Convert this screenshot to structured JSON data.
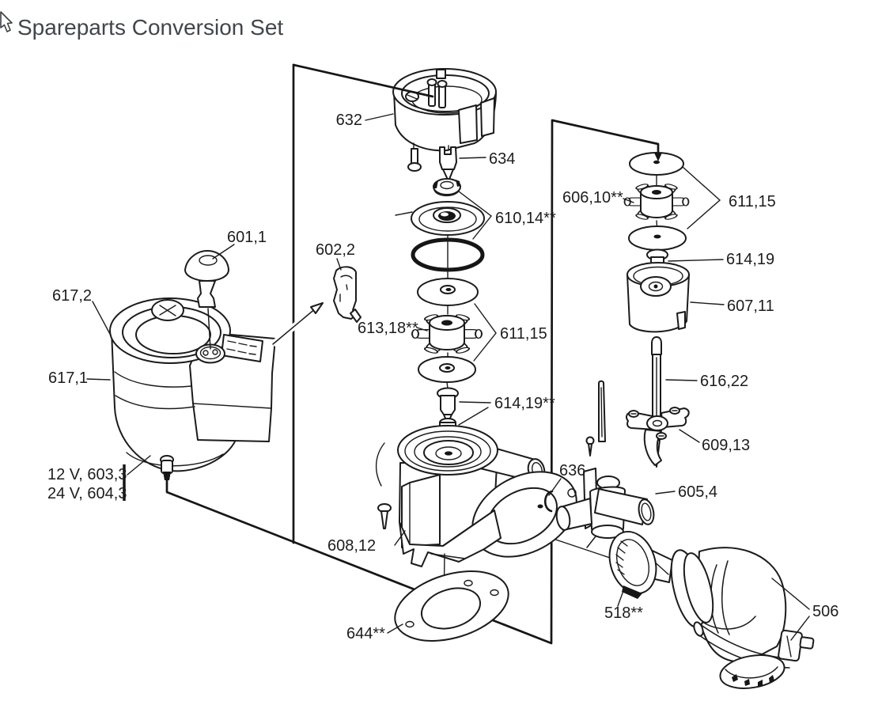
{
  "title": "Spareparts Conversion Set",
  "colors": {
    "line": "#1b1b1b",
    "title_text": "#41464b",
    "background": "#ffffff"
  },
  "icons": {
    "cursor": "nw-arrow-cursor",
    "assembly_arrow": "ne-open-arrow"
  },
  "callouts": {
    "c632": "632",
    "c634": "634",
    "c610": "610,14**",
    "c601": "601,1",
    "c602": "602,2",
    "c617_2": "617,2",
    "c617_1": "617,1",
    "c613": "613,18**",
    "c611_center": "611,15",
    "c614_center": "614,19**",
    "c12v": "12 V, 603,3",
    "c24v": "24 V, 604,3",
    "c608": "608,12",
    "c644": "644**",
    "c636": "636",
    "c605": "605,4",
    "c518": "518**",
    "c506": "506",
    "c606": "606,10**",
    "c611_right": "611,15",
    "c614_right": "614,19",
    "c607": "607,11",
    "c616": "616,22",
    "c609": "609,13"
  }
}
